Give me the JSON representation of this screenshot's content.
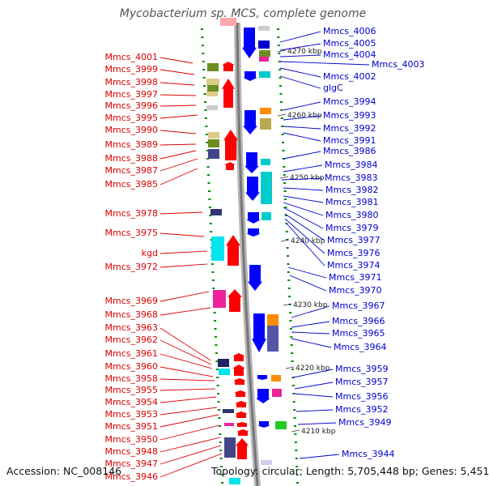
{
  "title": "Mycobacterium sp. MCS, complete genome",
  "footer": {
    "accession": "Accession: NC_008146",
    "topology": "Topology: circular; Length: 5,705,448 bp; Genes: 5,451"
  },
  "colors": {
    "left_label": "#dd0000",
    "right_label": "#0000cc",
    "strand_forward": "#ff0000",
    "strand_reverse": "#0000ff",
    "backbone": "#999999",
    "tick": "#008800"
  },
  "kbp_marks": [
    {
      "label": "4270 kbp"
    },
    {
      "label": "4260 kbp"
    },
    {
      "label": "4250 kbp"
    },
    {
      "label": "4240 kbp"
    },
    {
      "label": "4230 kbp"
    },
    {
      "label": "4220 kbp"
    },
    {
      "label": "4210 kbp"
    }
  ],
  "left_labels": [
    "Mmcs_4001",
    "Mmcs_3999",
    "Mmcs_3998",
    "Mmcs_3997",
    "Mmcs_3996",
    "Mmcs_3995",
    "Mmcs_3990",
    "Mmcs_3989",
    "Mmcs_3988",
    "Mmcs_3987",
    "Mmcs_3985",
    "Mmcs_3978",
    "Mmcs_3975",
    "kgd",
    "Mmcs_3972",
    "Mmcs_3969",
    "Mmcs_3968",
    "Mmcs_3963",
    "Mmcs_3962",
    "Mmcs_3961",
    "Mmcs_3960",
    "Mmcs_3958",
    "Mmcs_3955",
    "Mmcs_3954",
    "Mmcs_3953",
    "Mmcs_3951",
    "Mmcs_3950",
    "Mmcs_3948",
    "Mmcs_3947",
    "Mmcs_3946"
  ],
  "right_labels": [
    "Mmcs_4006",
    "Mmcs_4005",
    "Mmcs_4004",
    "Mmcs_4003",
    "Mmcs_4002",
    "glgC",
    "Mmcs_3994",
    "Mmcs_3993",
    "Mmcs_3992",
    "Mmcs_3991",
    "Mmcs_3986",
    "Mmcs_3984",
    "Mmcs_3983",
    "Mmcs_3982",
    "Mmcs_3981",
    "Mmcs_3980",
    "Mmcs_3979",
    "Mmcs_3977",
    "Mmcs_3976",
    "Mmcs_3974",
    "Mmcs_3971",
    "Mmcs_3970",
    "Mmcs_3967",
    "Mmcs_3966",
    "Mmcs_3965",
    "Mmcs_3964",
    "Mmcs_3959",
    "Mmcs_3957",
    "Mmcs_3956",
    "Mmcs_3952",
    "Mmcs_3949",
    "Mmcs_3944"
  ]
}
